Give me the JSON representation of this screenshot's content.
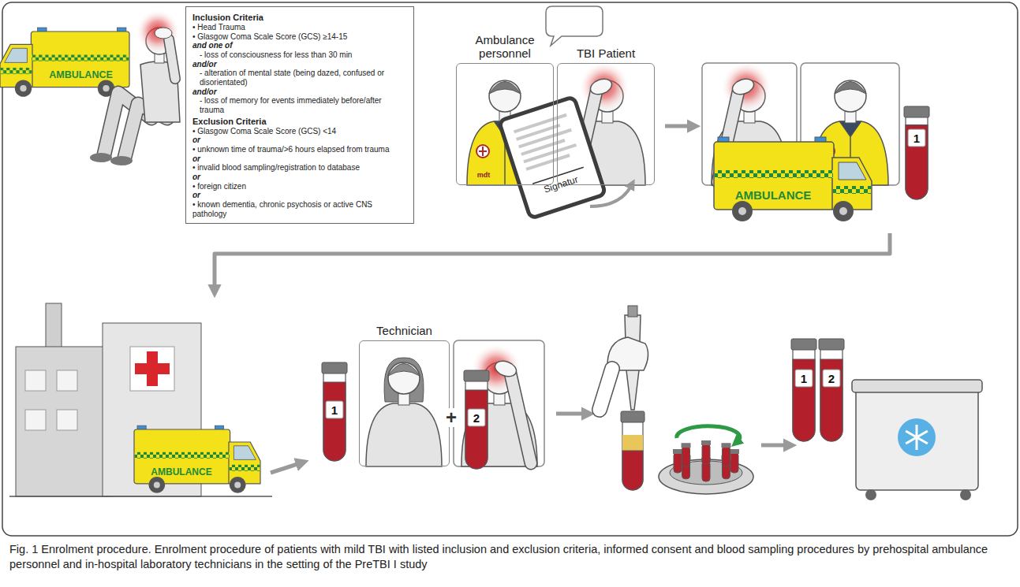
{
  "diagram": {
    "caption": "Fig. 1 Enrolment procedure. Enrolment procedure of patients with mild TBI with listed inclusion and exclusion criteria, informed consent and blood sampling procedures by prehospital ambulance personnel and in-hospital laboratory technicians in the setting of the PreTBI I study",
    "nodes": [
      {
        "text": [
          "Inclusion Criteria",
          "• Head Trauma",
          "• Glasgow Coma Scale Score (GCS) ≥14-15",
          "and one of",
          "- loss of consciousness for less than 30 min",
          "and/or",
          "- alteration of mental state (being dazed, confused or disorientated)",
          "and/or",
          "- loss of memory for events immediately before/after trauma",
          "Exclusion Criteria",
          "• Glasgow Coma Scale Score (GCS) <14",
          "or",
          "• unknown time of trauma/>6 hours elapsed from trauma",
          "or",
          "• invalid blood sampling/registration to database",
          "or",
          "• foreign citizen",
          "or",
          "• known dementia, chronic psychosis or active CNS pathology"
        ]
      },
      {
        "text": [
          "Ambulance personnel"
        ]
      },
      {
        "text": [
          "TBI Patient"
        ]
      },
      {
        "text": [
          "Technician"
        ]
      }
    ],
    "labels": [
      "AMBULANCE",
      "mdt",
      "Signatur",
      "AMBULANCE",
      "1",
      "AMBULANCE",
      "1",
      "+",
      "2",
      "1",
      "2"
    ]
  }
}
